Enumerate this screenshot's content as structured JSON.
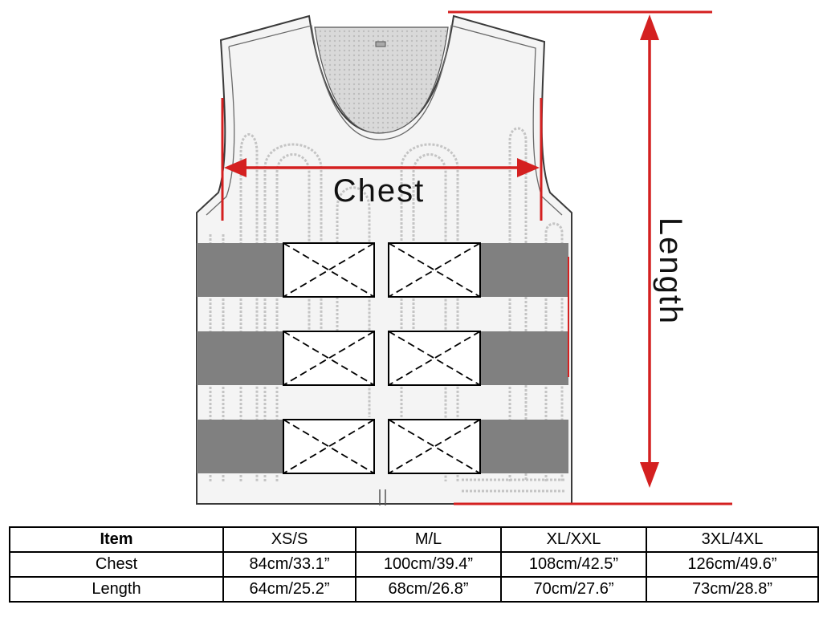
{
  "diagram": {
    "chest_label": "Chest",
    "length_label": "Length",
    "colors": {
      "arrow": "#d42020",
      "outline": "#3a3a3a",
      "strap": "#808080",
      "vest_fill": "#f4f4f4",
      "neck_fill": "#d6d6d6",
      "tube": "#c9c9c9"
    }
  },
  "table": {
    "columns": [
      "Item",
      "XS/S",
      "M/L",
      "XL/XXL",
      "3XL/4XL"
    ],
    "rows": [
      {
        "label": "Chest",
        "values": [
          "84cm/33.1”",
          "100cm/39.4”",
          "108cm/42.5”",
          "126cm/49.6”"
        ]
      },
      {
        "label": "Length",
        "values": [
          "64cm/25.2”",
          "68cm/26.8”",
          "70cm/27.6”",
          "73cm/28.8”"
        ]
      }
    ]
  }
}
